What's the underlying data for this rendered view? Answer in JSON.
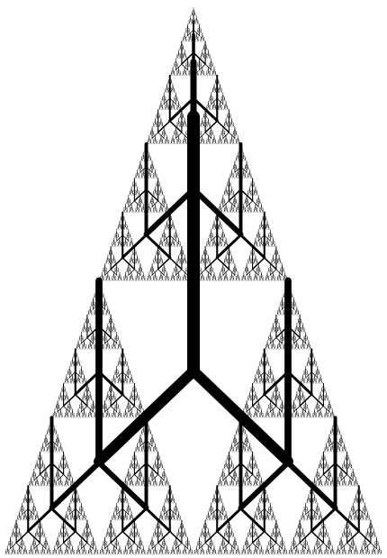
{
  "image": {
    "subject": "fractal-tree",
    "background_color": "#ffffff",
    "ink_color": "#000000",
    "recursion_depth": 11,
    "branch_style": "three-way trunk with diagonal side branches and self-similar sub-trees"
  }
}
